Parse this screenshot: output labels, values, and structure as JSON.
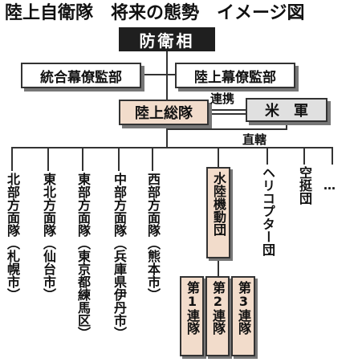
{
  "title": "陸上自衛隊　将来の態勢　イメージ図",
  "nodes": {
    "mod": "防衛相",
    "joint_staff": "統合幕僚監部",
    "gsdf_staff": "陸上幕僚監部",
    "ground_component": "陸上総隊",
    "us_forces": "米軍",
    "amphibious": "水陸機動団",
    "regiment_1": "第1連隊",
    "regiment_2": "第2連隊",
    "regiment_3": "第3連隊",
    "helicopter": "ヘリコプター団",
    "airborne": "空挺団",
    "etc": "…"
  },
  "armies": [
    "北部方面隊（札幌市）",
    "東北方面隊（仙台市）",
    "東部方面隊（東京都練馬区）",
    "中部方面隊（兵庫県伊丹市）",
    "西部方面隊（熊本市）"
  ],
  "labels": {
    "coordination": "連携",
    "direct_control": "直轄"
  },
  "colors": {
    "dark": "#1f1f1f",
    "pink": "#f2dccb",
    "gray": "#e0e0e0",
    "line": "#333333"
  }
}
